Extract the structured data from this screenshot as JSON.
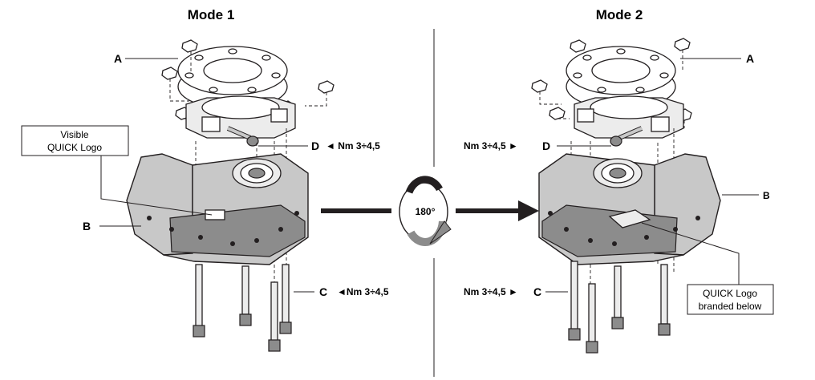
{
  "modes": {
    "mode1": "Mode 1",
    "mode2": "Mode 2"
  },
  "rotation": {
    "angle_label": "180°"
  },
  "mode1_labels": {
    "A": "A",
    "B": "B",
    "C": "C",
    "D": "D",
    "torque_D": "◄ Nm 3÷4,5",
    "torque_C": "◄Nm 3÷4,5",
    "logo_note_line1": "Visible",
    "logo_note_line2": "QUICK Logo"
  },
  "mode2_labels": {
    "A": "A",
    "B": "B",
    "C": "C",
    "D": "D",
    "torque_D": "Nm 3÷4,5 ►",
    "torque_C": "Nm 3÷4,5 ►",
    "logo_note_line1": "QUICK Logo",
    "logo_note_line2": "branded below"
  }
}
